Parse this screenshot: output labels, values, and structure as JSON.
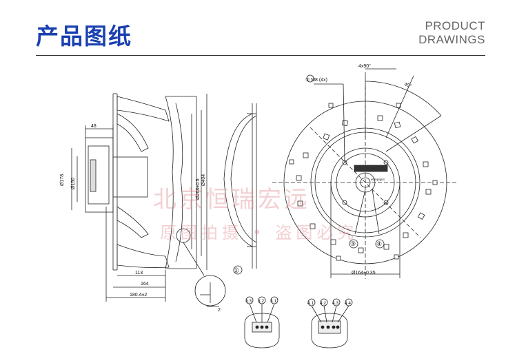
{
  "header": {
    "title_cn": "产品图纸",
    "title_en_line1": "PRODUCT",
    "title_en_line2": "DRAWINGS"
  },
  "watermark": {
    "line1": "北京恒瑞宏远",
    "line2": "原图拍摄 • 盗图必究"
  },
  "side_view": {
    "dim_48": "48",
    "dim_178": "Ø178",
    "dim_150": "Ø150",
    "dim_268": "Ø268±0.5",
    "dim_404": "Ø404",
    "dim_113": "113",
    "dim_164": "164",
    "dim_180": "180.4±2",
    "detail_2": "2",
    "marker_1": "①"
  },
  "front_view": {
    "angle_4x90": "4x90°",
    "angle_45": "45°",
    "callout_m8": "② M8 (4x)",
    "dim_164": "Ø164±0.35",
    "marker_3": "③",
    "marker_4": "④",
    "label_brand": "ebmpapst"
  },
  "connectors": {
    "left_labels": [
      "3.3",
      "3.2",
      "3.1"
    ],
    "right_labels": [
      "4.1",
      "4.2",
      "4.3",
      "4.4"
    ]
  }
}
